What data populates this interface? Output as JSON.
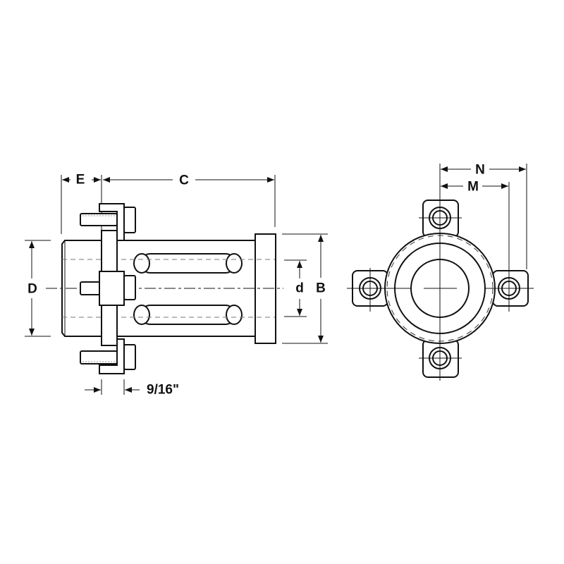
{
  "side_view": {
    "labels": {
      "E": "E",
      "C": "C",
      "D": "D",
      "d": "d",
      "B": "B",
      "clamp_width": "9/16\""
    }
  },
  "front_view": {
    "labels": {
      "N": "N",
      "M": "M"
    }
  },
  "colors": {
    "line": "#111111",
    "hidden_line": "#777777"
  }
}
